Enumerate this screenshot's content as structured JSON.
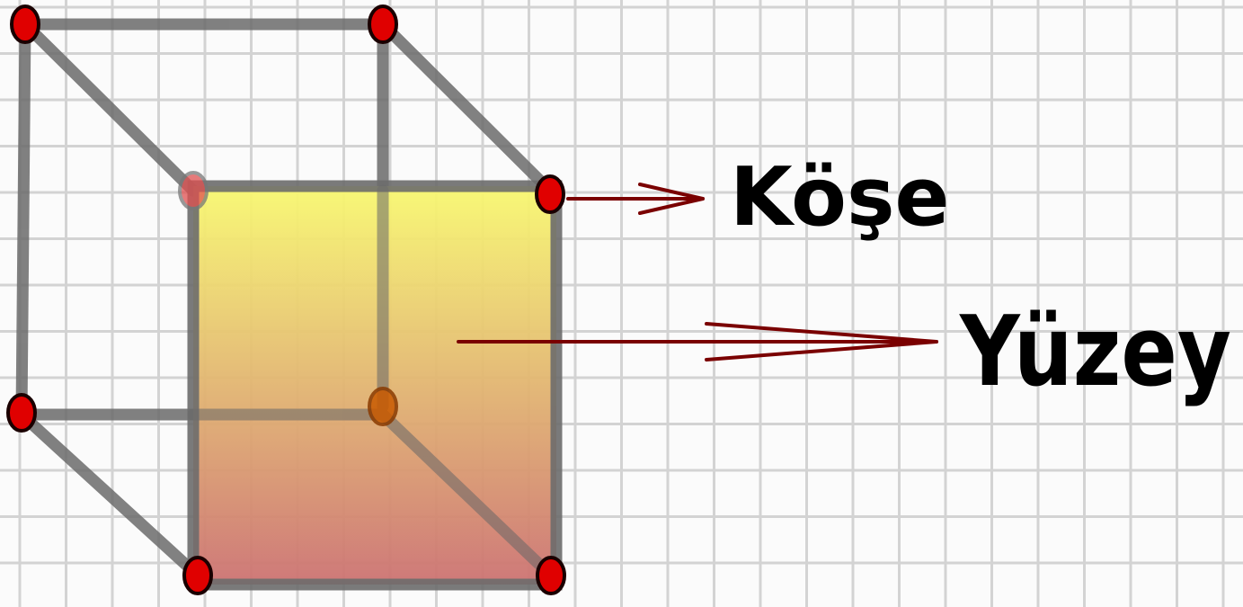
{
  "diagram": {
    "subject": "cube",
    "labels": {
      "corner": "Köşe",
      "face": "Yüzey"
    },
    "colors": {
      "background": "#fbfbfb",
      "grid_line": "#d3d3d3",
      "edge": "#6b6b6b",
      "vertex_fill": "#e00000",
      "vertex_stroke": "#1a0000",
      "face_gradient_top": "#f8f870",
      "face_gradient_bottom": "#cc7272",
      "arrow": "#7a0000"
    }
  }
}
